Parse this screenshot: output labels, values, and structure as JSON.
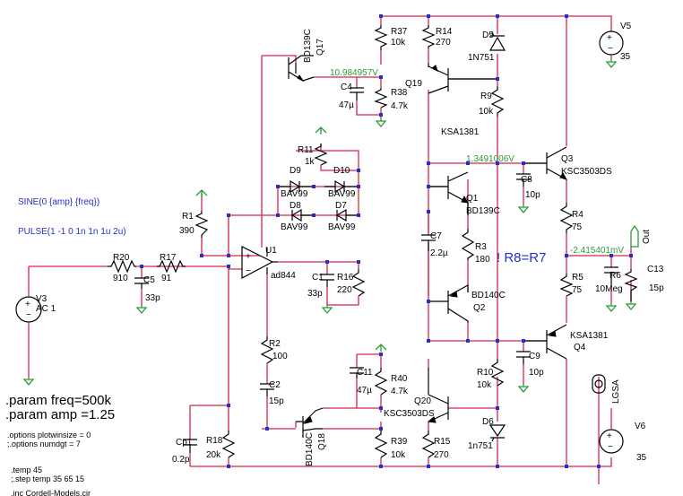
{
  "components": {
    "r37": {
      "ref": "R37",
      "value": "10k"
    },
    "r14": {
      "ref": "R14",
      "value": "270"
    },
    "d5": {
      "ref": "D5",
      "value": "1N751"
    },
    "v5": {
      "ref": "V5",
      "value": "35"
    },
    "q17": {
      "ref": "Q17",
      "value": "BD139C"
    },
    "c4": {
      "ref": "C4",
      "value": "47µ"
    },
    "r38": {
      "ref": "R38",
      "value": "4.7k"
    },
    "q19": {
      "ref": "Q19",
      "value": "KSA1381"
    },
    "r9": {
      "ref": "R9",
      "value": "10k"
    },
    "r11": {
      "ref": "R11",
      "value": "1k"
    },
    "d9": {
      "ref": "D9",
      "value": "BAV99"
    },
    "d10": {
      "ref": "D10",
      "value": "BAV99"
    },
    "d8": {
      "ref": "D8",
      "value": "BAV99"
    },
    "d7": {
      "ref": "D7",
      "value": "BAV99"
    },
    "q3": {
      "ref": "Q3",
      "value": "KSC3503DS"
    },
    "c8": {
      "ref": "C8",
      "value": "10p"
    },
    "q1": {
      "ref": "Q1",
      "value": "BD139C"
    },
    "r1": {
      "ref": "R1",
      "value": "390"
    },
    "r4": {
      "ref": "R4",
      "value": "75"
    },
    "c7": {
      "ref": "C7",
      "value": "2.2µ"
    },
    "r3": {
      "ref": "R3",
      "value": "180"
    },
    "r20": {
      "ref": "R20",
      "value": "910"
    },
    "r17": {
      "ref": "R17",
      "value": "91"
    },
    "u1": {
      "ref": "U1",
      "value": "ad844"
    },
    "c5": {
      "ref": "C5",
      "value": "33p"
    },
    "c1": {
      "ref": "C1",
      "value": "33p"
    },
    "r16": {
      "ref": "R16",
      "value": "220"
    },
    "r5": {
      "ref": "R5",
      "value": "75"
    },
    "r6": {
      "ref": "R6",
      "value": "10Meg"
    },
    "c13": {
      "ref": "C13",
      "value": "15p"
    },
    "v3": {
      "ref": "V3",
      "value": "AC 1"
    },
    "q2": {
      "ref": "Q2",
      "value": "BD140C"
    },
    "r2": {
      "ref": "R2",
      "value": "100"
    },
    "c9": {
      "ref": "C9",
      "value": "10p"
    },
    "q4": {
      "ref": "Q4",
      "value": "KSA1381"
    },
    "c11": {
      "ref": "C11",
      "value": "47µ"
    },
    "r40": {
      "ref": "R40",
      "value": "4.7k"
    },
    "r10": {
      "ref": "R10",
      "value": "10k"
    },
    "c2": {
      "ref": "C2",
      "value": "15p"
    },
    "lgsa": {
      "ref": "LGSA"
    },
    "q20": {
      "ref": "Q20",
      "value": "KSC3503DS"
    },
    "d6": {
      "ref": "D6",
      "value": "1n751"
    },
    "q18": {
      "ref": "Q18",
      "value": "BD140C"
    },
    "cp1": {
      "ref": "Cp1",
      "value": "0.2p"
    },
    "r18": {
      "ref": "R18",
      "value": "20k"
    },
    "r39": {
      "ref": "R39",
      "value": "10k"
    },
    "r15": {
      "ref": "R15",
      "value": "270"
    },
    "v6": {
      "ref": "V6",
      "value": "35"
    }
  },
  "probes": {
    "v_q17": "10.984957V",
    "v_q3": "1.3491006V",
    "v_out": "-2.415401mV"
  },
  "net_label": "Out",
  "annotation": "! R8=R7",
  "sources": {
    "sine": "SINE(0 {amp} {freq})",
    "pulse": "PULSE(1 -1 0 1n 1n 1u 2u)"
  },
  "directives": {
    "param_freq": ".param freq=500k",
    "param_amp": ".param amp =1.25",
    "opt1": ".options plotwinsize = 0",
    "opt2": ";.options numdgt = 7",
    "temp": ".temp 45",
    "step": ";.step temp 35 65 15",
    "inc": ".inc Cordell-Models.cir"
  },
  "colors": {
    "wire": "#d4264a",
    "junction": "#2530c8",
    "ground": "#2b9a3a",
    "text_blue": "#2530c8",
    "probe_green": "#2b9a3a"
  }
}
